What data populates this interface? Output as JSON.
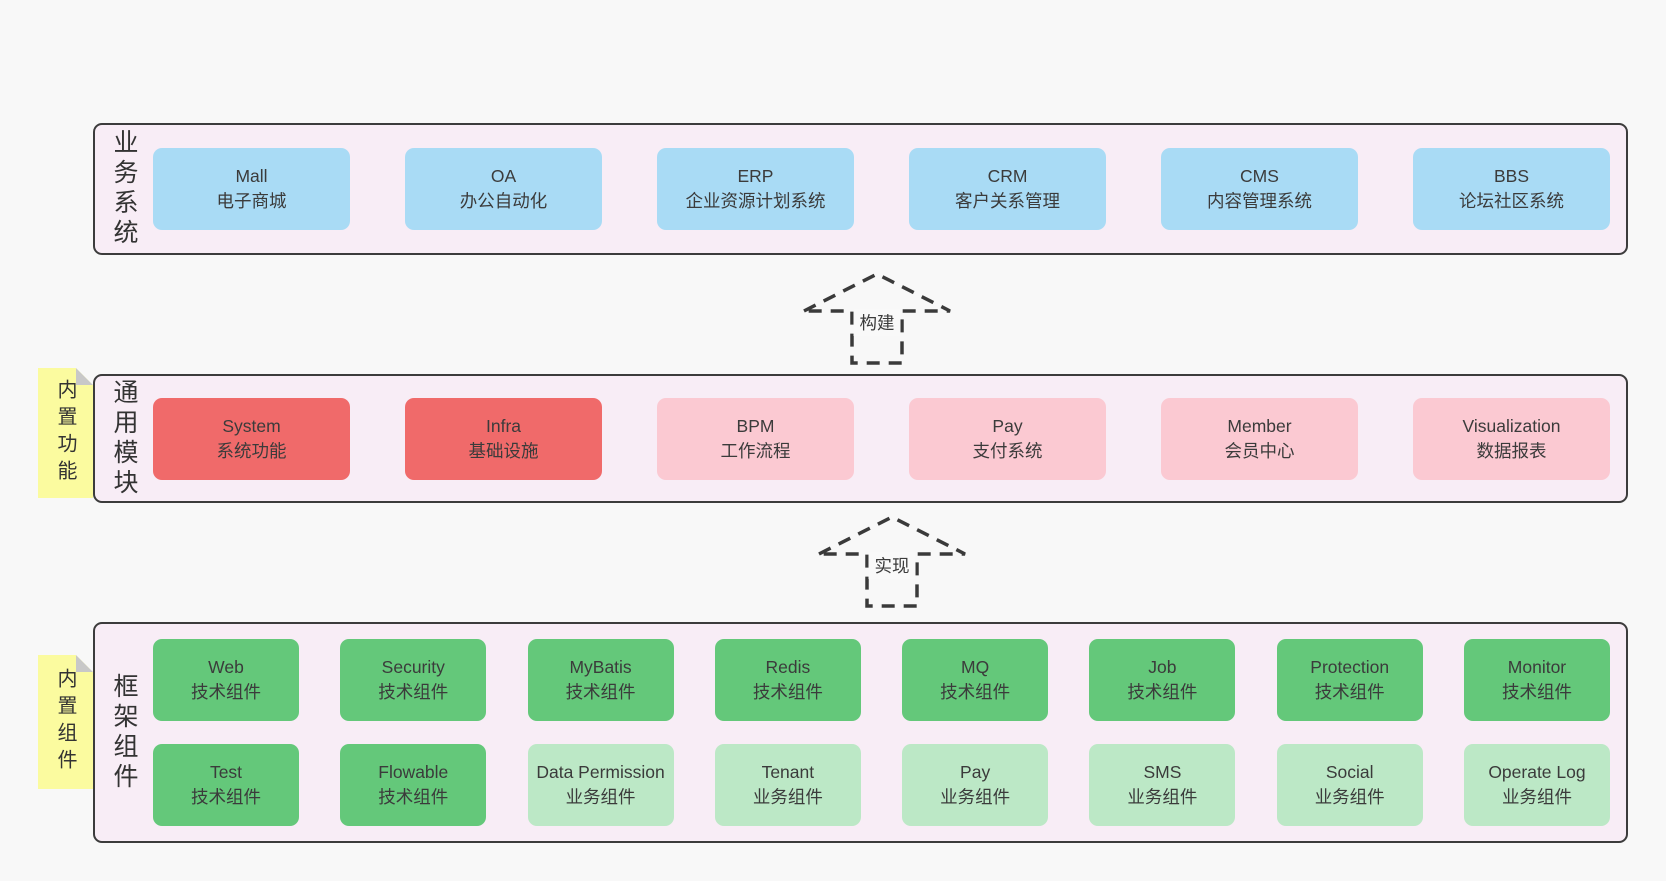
{
  "colors": {
    "page_bg": "#f8f8f8",
    "layer_bg": "#f8edf6",
    "layer_border": "#3c3c3c",
    "blue": "#a9dbf5",
    "red": "#f06a6a",
    "pink": "#fbc9d2",
    "green": "#64c87a",
    "lightgreen": "#bce8c6",
    "sticky_yellow": "#fbfb9f",
    "sticky_fold": "#c8c8c8"
  },
  "layers": [
    {
      "id": "business-systems",
      "label": "业务系统",
      "sticky": null,
      "box_size": "wide",
      "rows": [
        [
          {
            "title": "Mall",
            "subtitle": "电子商城",
            "variant": "blue"
          },
          {
            "title": "OA",
            "subtitle": "办公自动化",
            "variant": "blue"
          },
          {
            "title": "ERP",
            "subtitle": "企业资源计划系统",
            "variant": "blue"
          },
          {
            "title": "CRM",
            "subtitle": "客户关系管理",
            "variant": "blue"
          },
          {
            "title": "CMS",
            "subtitle": "内容管理系统",
            "variant": "blue"
          },
          {
            "title": "BBS",
            "subtitle": "论坛社区系统",
            "variant": "blue"
          }
        ]
      ]
    },
    {
      "id": "common-modules",
      "label": "通用模块",
      "sticky": "内置功能",
      "box_size": "wide",
      "rows": [
        [
          {
            "title": "System",
            "subtitle": "系统功能",
            "variant": "red"
          },
          {
            "title": "Infra",
            "subtitle": "基础设施",
            "variant": "red"
          },
          {
            "title": "BPM",
            "subtitle": "工作流程",
            "variant": "pink"
          },
          {
            "title": "Pay",
            "subtitle": "支付系统",
            "variant": "pink"
          },
          {
            "title": "Member",
            "subtitle": "会员中心",
            "variant": "pink"
          },
          {
            "title": "Visualization",
            "subtitle": "数据报表",
            "variant": "pink"
          }
        ]
      ]
    },
    {
      "id": "framework-components",
      "label": "框架组件",
      "sticky": "内置组件",
      "box_size": "narrow",
      "rows": [
        [
          {
            "title": "Web",
            "subtitle": "技术组件",
            "variant": "green"
          },
          {
            "title": "Security",
            "subtitle": "技术组件",
            "variant": "green"
          },
          {
            "title": "MyBatis",
            "subtitle": "技术组件",
            "variant": "green"
          },
          {
            "title": "Redis",
            "subtitle": "技术组件",
            "variant": "green"
          },
          {
            "title": "MQ",
            "subtitle": "技术组件",
            "variant": "green"
          },
          {
            "title": "Job",
            "subtitle": "技术组件",
            "variant": "green"
          },
          {
            "title": "Protection",
            "subtitle": "技术组件",
            "variant": "green"
          },
          {
            "title": "Monitor",
            "subtitle": "技术组件",
            "variant": "green"
          }
        ],
        [
          {
            "title": "Test",
            "subtitle": "技术组件",
            "variant": "green"
          },
          {
            "title": "Flowable",
            "subtitle": "技术组件",
            "variant": "green"
          },
          {
            "title": "Data Permission",
            "subtitle": "业务组件",
            "variant": "lightgreen"
          },
          {
            "title": "Tenant",
            "subtitle": "业务组件",
            "variant": "lightgreen"
          },
          {
            "title": "Pay",
            "subtitle": "业务组件",
            "variant": "lightgreen"
          },
          {
            "title": "SMS",
            "subtitle": "业务组件",
            "variant": "lightgreen"
          },
          {
            "title": "Social",
            "subtitle": "业务组件",
            "variant": "lightgreen"
          },
          {
            "title": "Operate Log",
            "subtitle": "业务组件",
            "variant": "lightgreen"
          }
        ]
      ]
    }
  ],
  "arrows": [
    {
      "label": "构建"
    },
    {
      "label": "实现"
    }
  ]
}
